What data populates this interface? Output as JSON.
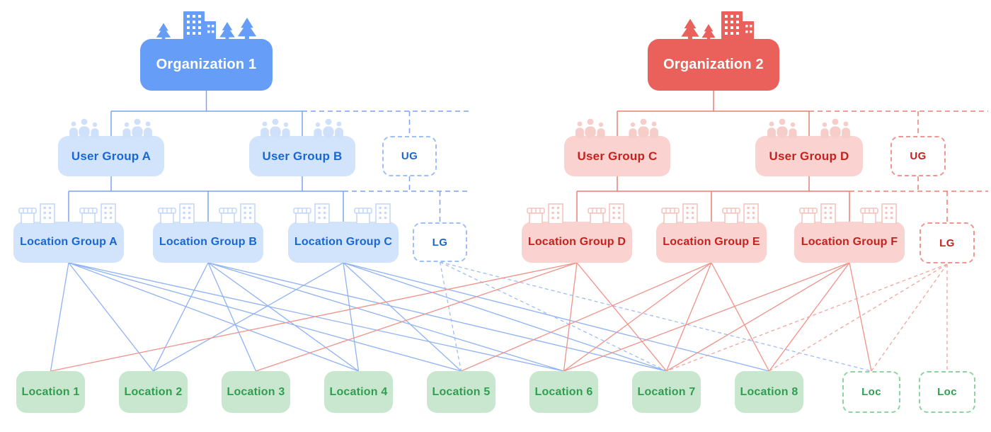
{
  "palette": {
    "blue": "#669df6",
    "blue_light": "#d2e3fc",
    "blue_text": "#1967d2",
    "blue_line": "#7aa3f2",
    "blue_web_line": "#8fb2f5",
    "blue_dash_line": "#9dbdf7",
    "blue_dash_border": "#9cc0f7",
    "red": "#e9615a",
    "red_light": "#fad2cf",
    "red_text": "#c5221f",
    "red_line": "#ec7d72",
    "red_web_line": "#f19188",
    "red_dash_line": "#f3a49c",
    "red_dash_border": "#f0968e",
    "green_light": "#c9e7cf",
    "green_text": "#2f9e4f",
    "green_dash_border": "#8fd4a0"
  },
  "nodes": {
    "org1": {
      "label": "Organization 1",
      "icon": "city-buildings-and-trees"
    },
    "org2": {
      "label": "Organization 2",
      "icon": "city-buildings-and-trees"
    },
    "uga": {
      "label": "User Group A",
      "icon": "people-group"
    },
    "ugb": {
      "label": "User Group B",
      "icon": "people-group"
    },
    "ug_more_blue": {
      "label": "UG"
    },
    "ugc": {
      "label": "User Group C",
      "icon": "people-group"
    },
    "ugd": {
      "label": "User Group D",
      "icon": "people-group"
    },
    "ug_more_red": {
      "label": "UG"
    },
    "lga": {
      "label": "Location Group A",
      "icon": "storefronts-and-buildings"
    },
    "lgb": {
      "label": "Location Group B",
      "icon": "storefronts-and-buildings"
    },
    "lgc": {
      "label": "Location Group C",
      "icon": "storefronts-and-buildings"
    },
    "lg_more_blue": {
      "label": "LG"
    },
    "lgd": {
      "label": "Location Group D",
      "icon": "storefronts-and-buildings"
    },
    "lge": {
      "label": "Location Group E",
      "icon": "storefronts-and-buildings"
    },
    "lgf": {
      "label": "Location Group F",
      "icon": "storefronts-and-buildings"
    },
    "lg_more_red": {
      "label": "LG"
    },
    "l1": {
      "label": "Location 1"
    },
    "l2": {
      "label": "Location 2"
    },
    "l3": {
      "label": "Location 3"
    },
    "l4": {
      "label": "Location 4"
    },
    "l5": {
      "label": "Location 5"
    },
    "l6": {
      "label": "Location 6"
    },
    "l7": {
      "label": "Location 7"
    },
    "l8": {
      "label": "Location 8"
    },
    "loc_more1": {
      "label": "Loc"
    },
    "loc_more2": {
      "label": "Loc"
    }
  },
  "hierarchy": {
    "org1": {
      "user_groups": [
        "uga",
        "ugb",
        "ug_more_blue"
      ],
      "location_groups": [
        "lga",
        "lgb",
        "lgc",
        "lg_more_blue"
      ]
    },
    "org2": {
      "user_groups": [
        "ugc",
        "ugd",
        "ug_more_red"
      ],
      "location_groups": [
        "lgd",
        "lge",
        "lgf",
        "lg_more_red"
      ]
    }
  },
  "edges": {
    "blue": [
      [
        "lga",
        "l1"
      ],
      [
        "lga",
        "l2"
      ],
      [
        "lga",
        "l4"
      ],
      [
        "lga",
        "l5"
      ],
      [
        "lga",
        "l6"
      ],
      [
        "lgb",
        "l2"
      ],
      [
        "lgb",
        "l3"
      ],
      [
        "lgb",
        "l4"
      ],
      [
        "lgb",
        "l6"
      ],
      [
        "lgb",
        "l7"
      ],
      [
        "lgc",
        "l2"
      ],
      [
        "lgc",
        "l4"
      ],
      [
        "lgc",
        "l5"
      ],
      [
        "lgc",
        "l7"
      ],
      [
        "lgc",
        "l8"
      ]
    ],
    "blue_dashed": [
      [
        "lg_more_blue",
        "l5"
      ],
      [
        "lg_more_blue",
        "l7"
      ],
      [
        "lg_more_blue",
        "loc_more1"
      ]
    ],
    "red": [
      [
        "lgd",
        "l1"
      ],
      [
        "lgd",
        "l3"
      ],
      [
        "lgd",
        "l6"
      ],
      [
        "lgd",
        "l7"
      ],
      [
        "lge",
        "l5"
      ],
      [
        "lge",
        "l6"
      ],
      [
        "lge",
        "l7"
      ],
      [
        "lge",
        "l8"
      ],
      [
        "lgf",
        "l6"
      ],
      [
        "lgf",
        "l7"
      ],
      [
        "lgf",
        "l8"
      ],
      [
        "lgf",
        "loc_more1"
      ]
    ],
    "red_dashed": [
      [
        "lg_more_red",
        "l7"
      ],
      [
        "lg_more_red",
        "l8"
      ],
      [
        "lg_more_red",
        "loc_more1"
      ],
      [
        "lg_more_red",
        "loc_more2"
      ]
    ]
  }
}
